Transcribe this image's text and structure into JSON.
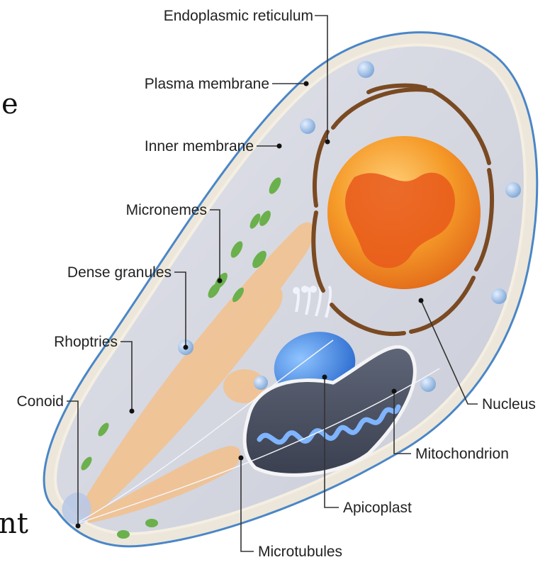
{
  "labels": {
    "endoplasmic_reticulum": "Endoplasmic reticulum",
    "plasma_membrane": "Plasma membrane",
    "inner_membrane": "Inner membrane",
    "micronemes": "Micronemes",
    "dense_granules": "Dense granules",
    "rhoptries": "Rhoptries",
    "conoid": "Conoid",
    "nucleus": "Nucleus",
    "mitochondrion": "Mitochondrion",
    "apicoplast": "Apicoplast",
    "microtubules": "Microtubules"
  },
  "edge_text": {
    "top_left_fragment": "e",
    "bottom_left_fragment": "nt"
  },
  "colors": {
    "membrane_outline": "#4a86c8",
    "cytoplasm": "#d9dbe3",
    "nucleus": "#f39325",
    "nucleus_inner": "#e85c1c",
    "rhoptries": "#f3c592",
    "micronemes": "#6ab04c",
    "apicoplast": "#3b82e0",
    "mitochondrion": "#6aa0e8",
    "er": "#7a4a22"
  }
}
